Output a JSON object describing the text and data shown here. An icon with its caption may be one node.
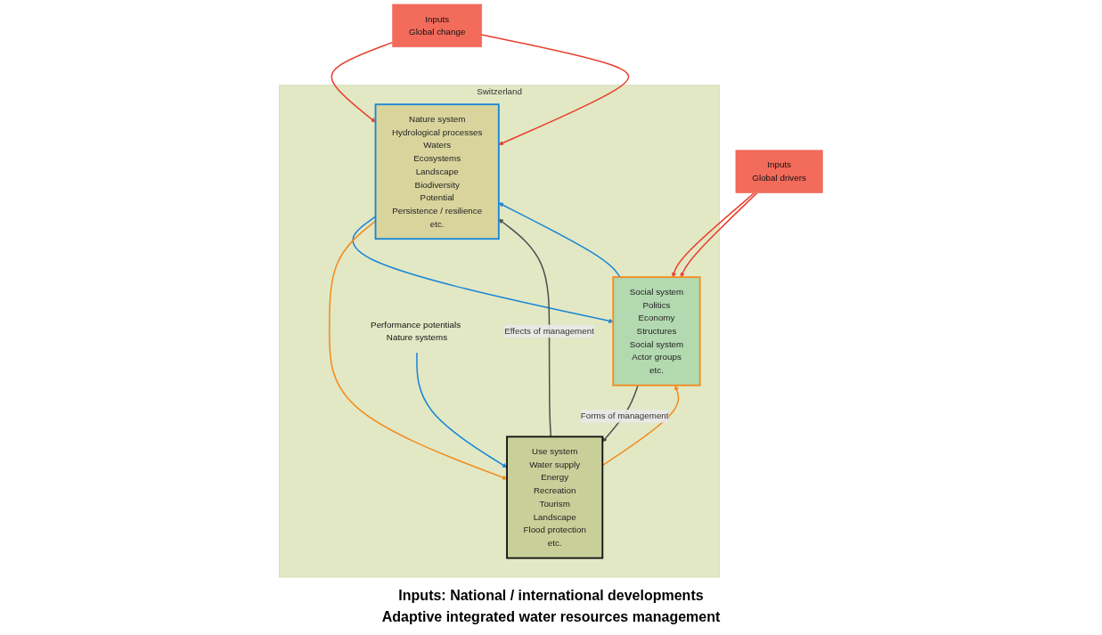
{
  "diagram": {
    "nodes": [
      {
        "text": [
          "Switzerland"
        ]
      },
      {
        "text": [
          "Nature system",
          "Hydrological processes",
          "Waters",
          "Ecosystems",
          "Landscape",
          "Biodiversity",
          "Potential",
          "Persistence / resilience",
          "etc."
        ],
        "in": 0
      },
      {
        "text": [
          "Use system",
          "Water supply",
          "Energy",
          "Recreation",
          "Tourism",
          "Landscape",
          "Flood protection",
          "etc."
        ],
        "in": 0
      },
      {
        "text": [
          "Social system",
          "Politics",
          "Economy",
          "Structures",
          "Social system",
          "Actor groups",
          "etc."
        ],
        "in": 0
      },
      {
        "text": [
          "Inputs",
          "Global change"
        ]
      },
      {
        "text": [
          "Inputs",
          "Global drivers"
        ]
      },
      {
        "text": [
          "Performance potentials Nature systems"
        ],
        "in": 0
      }
    ],
    "edges": [
      {
        "from": 4,
        "to": 1,
        "arrow": "to",
        "color": "#e8402f"
      },
      {
        "from": 4,
        "to": 1,
        "arrow": "to",
        "color": "#e8402f"
      },
      {
        "from": 1,
        "to": 3,
        "arrow": "to",
        "color": "#1a86d6"
      },
      {
        "from": 6,
        "to": 2,
        "arrow": "to",
        "color": "#1a86d6"
      },
      {
        "from": 2,
        "to": 1,
        "label": "Effects of management",
        "arrow": "to",
        "color": "#505050"
      },
      {
        "from": 3,
        "to": 2,
        "label": "Forms of management",
        "arrow": "to",
        "color": "#505050"
      },
      {
        "from": 1,
        "to": 2,
        "arrow": "to",
        "color": "#f28c1e"
      },
      {
        "from": 2,
        "to": 3,
        "arrow": "to",
        "color": "#f28c1e"
      },
      {
        "from": 3,
        "to": 1,
        "arrow": "to",
        "color": "#1a86d6"
      },
      {
        "from": 5,
        "to": 3,
        "arrow": "to",
        "color": "#e8402f"
      },
      {
        "from": 5,
        "to": 3,
        "arrow": "to",
        "color": "#e8402f"
      }
    ],
    "labels": [
      "Inputs: National / international developments",
      "Adaptive integrated water resources management"
    ]
  }
}
